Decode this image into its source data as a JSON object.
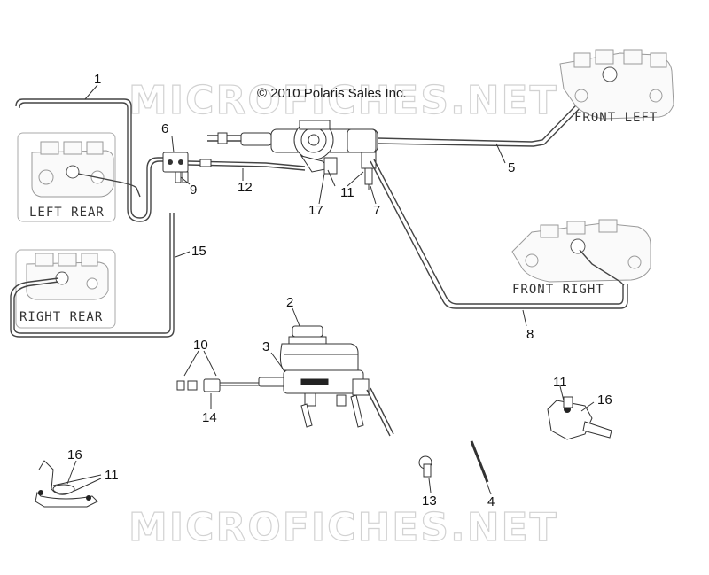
{
  "watermarks": {
    "top": "MICROFICHES.NET",
    "bottom": "MICROFICHES.NET"
  },
  "copyright": "© 2010 Polaris Sales Inc.",
  "boxes": {
    "left_rear": "LEFT REAR",
    "right_rear": "RIGHT REAR",
    "front_left": "FRONT LEFT",
    "front_right": "FRONT RIGHT"
  },
  "callouts": {
    "c1": "1",
    "c2": "2",
    "c3": "3",
    "c4": "4",
    "c5": "5",
    "c6": "6",
    "c7": "7",
    "c8": "8",
    "c9": "9",
    "c10": "10",
    "c11a": "11",
    "c11b": "11",
    "c11c": "11",
    "c12": "12",
    "c13": "13",
    "c14": "14",
    "c15": "15",
    "c16a": "16",
    "c16b": "16",
    "c17": "17"
  }
}
